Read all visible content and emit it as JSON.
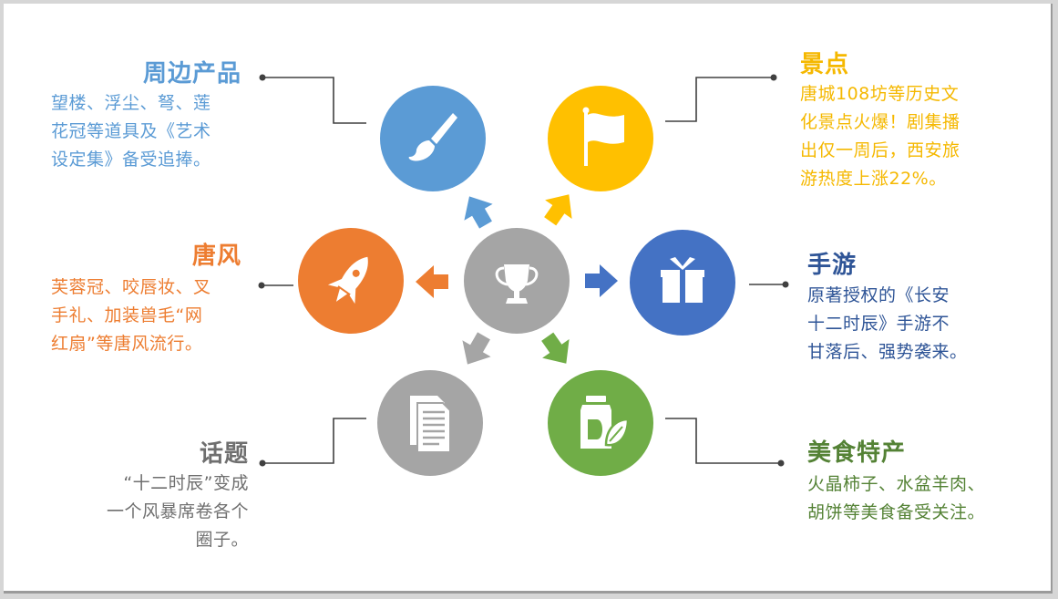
{
  "items": [
    {
      "key": "peripheral",
      "title": "周边产品",
      "desc": "望楼、浮尘、弩、莲\n花冠等道具及《艺术\n设定集》备受追捧。",
      "color": "#5b9bd5",
      "icon": "paintbrush-icon"
    },
    {
      "key": "tang-style",
      "title": "唐风",
      "desc": "芙蓉冠、咬唇妆、叉\n手礼、加装兽毛“网\n红扇”等唐风流行。",
      "color": "#ed7d31",
      "icon": "rocket-icon"
    },
    {
      "key": "topic",
      "title": "话题",
      "desc": "“十二时辰”变成\n一个风暴席卷各个\n圈子。",
      "color": "#a5a5a5",
      "icon": "documents-icon"
    },
    {
      "key": "scenic",
      "title": "景点",
      "desc": "唐城108坊等历史文\n化景点火爆！剧集播\n出仅一周后，西安旅\n游热度上涨22%。",
      "color": "#ffc000",
      "icon": "flag-icon"
    },
    {
      "key": "mobile-game",
      "title": "手游",
      "desc": "原著授权的《长安\n十二时辰》手游不\n甘落后、强势袭来。",
      "color": "#4472c4",
      "icon": "gift-icon"
    },
    {
      "key": "food",
      "title": "美食特产",
      "desc": "火晶柿子、水盆羊肉、\n胡饼等美食备受关注。",
      "color": "#70ad47",
      "icon": "jar-leaf-icon"
    }
  ],
  "center": {
    "color": "#a5a5a5",
    "icon": "trophy-icon"
  },
  "colors": {
    "connector": "#404040",
    "background": "#ffffff"
  }
}
